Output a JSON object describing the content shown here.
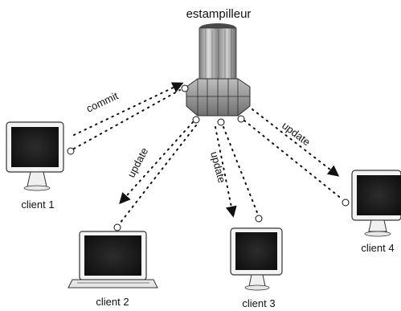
{
  "diagram": {
    "server_label": "estampilleur",
    "clients": [
      {
        "label": "client 1"
      },
      {
        "label": "client 2"
      },
      {
        "label": "client 3"
      },
      {
        "label": "client 4"
      }
    ],
    "edges": [
      {
        "label": "commit"
      },
      {
        "label": "update"
      },
      {
        "label": "update"
      },
      {
        "label": "update"
      }
    ],
    "colors": {
      "line": "#111111",
      "screen": "#1a1a1a",
      "server_light": "#d8d8d8",
      "server_dark": "#5a5a5a"
    }
  }
}
